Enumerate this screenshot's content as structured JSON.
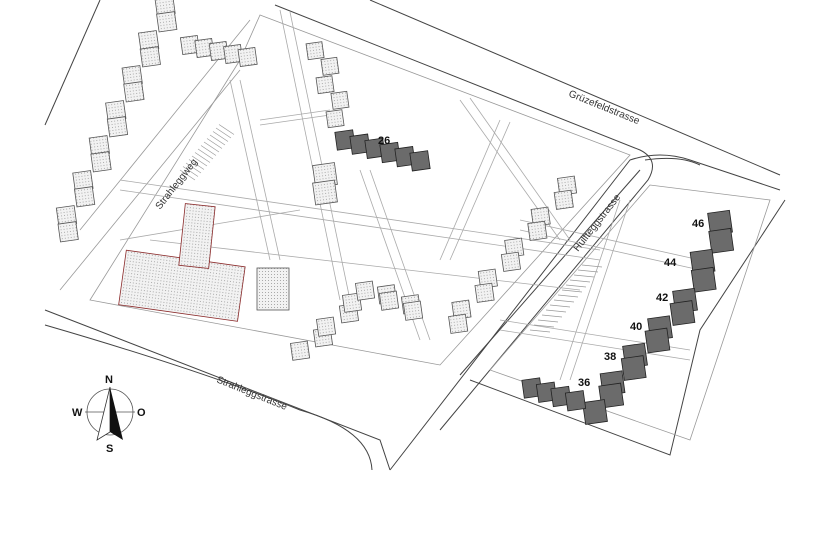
{
  "map": {
    "streets": {
      "north": "Grüzefeldstrasse",
      "east": "Hulfteggstrasse",
      "south": "Strahleggstrasse",
      "west": "Strahleggweg"
    },
    "house_numbers": [
      "26",
      "36",
      "38",
      "40",
      "42",
      "44",
      "46"
    ],
    "compass": {
      "n": "N",
      "s": "S",
      "w": "W",
      "e": "O"
    },
    "colors": {
      "highlight_building": "#6b6b6b",
      "existing_building": "#e8e8e8",
      "road_line": "#444444"
    }
  }
}
